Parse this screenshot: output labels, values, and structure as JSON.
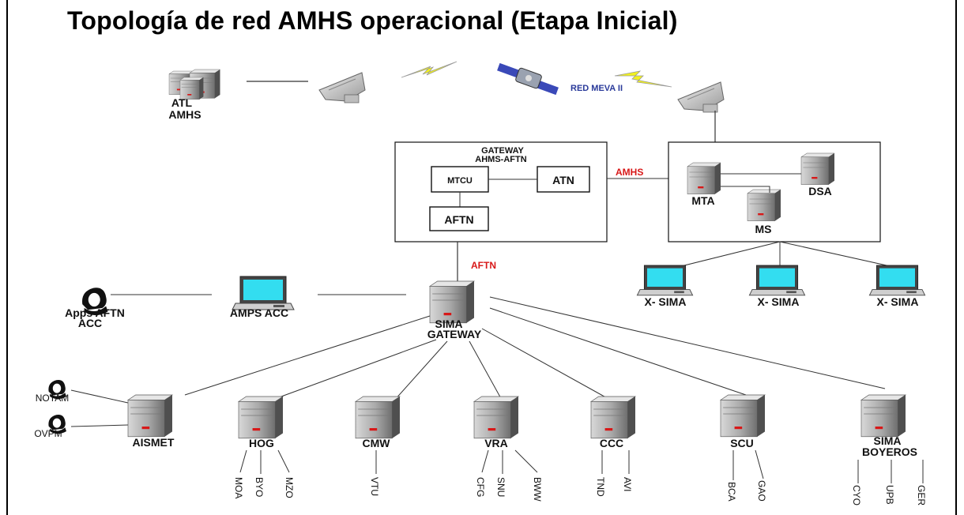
{
  "title": "Topología de red AMHS operacional  (Etapa Inicial)",
  "top": {
    "atl_line1": "ATL",
    "atl_line2": "AMHS",
    "satellite_label": "RED MEVA II"
  },
  "gateway_box": {
    "title_line1": "GATEWAY",
    "title_line2": "AHMS-AFTN",
    "mtcu": "MTCU",
    "atn": "ATN",
    "aftn": "AFTN"
  },
  "link_labels": {
    "amhs": "AMHS",
    "aftn": "AFTN"
  },
  "amhs_box": {
    "mta": "MTA",
    "dsa": "DSA",
    "ms": "MS"
  },
  "x_sima": [
    "X- SIMA",
    "X- SIMA",
    "X- SIMA"
  ],
  "apps_aftn_line1": "Apps AFTN",
  "apps_aftn_line2": "ACC",
  "amps_acc": "AMPS ACC",
  "sima_gateway_line1": "SIMA",
  "sima_gateway_line2": "GATEWAY",
  "notam": "NOTAM",
  "ovpm": "OVPM",
  "stations": [
    {
      "name": "AISMET",
      "leaves": []
    },
    {
      "name": "HOG",
      "leaves": [
        "MOA",
        "BYO",
        "MZO"
      ]
    },
    {
      "name": "CMW",
      "leaves": [
        "VTU"
      ]
    },
    {
      "name": "VRA",
      "leaves": [
        "CFG",
        "SNU",
        "BWW"
      ]
    },
    {
      "name": "CCC",
      "leaves": [
        "TND",
        "AVI"
      ]
    },
    {
      "name": "SCU",
      "leaves": [
        "BCA",
        "GAO"
      ]
    },
    {
      "name": "SIMA",
      "name2": "BOYEROS",
      "leaves": [
        "CYO",
        "UPB",
        "GER"
      ]
    }
  ],
  "colors": {
    "server": "#a9a9a9",
    "server_dark": "#5e5e5e",
    "screen": "#33ddf0",
    "red": "#d81818",
    "lightning": "#f2f21e"
  }
}
